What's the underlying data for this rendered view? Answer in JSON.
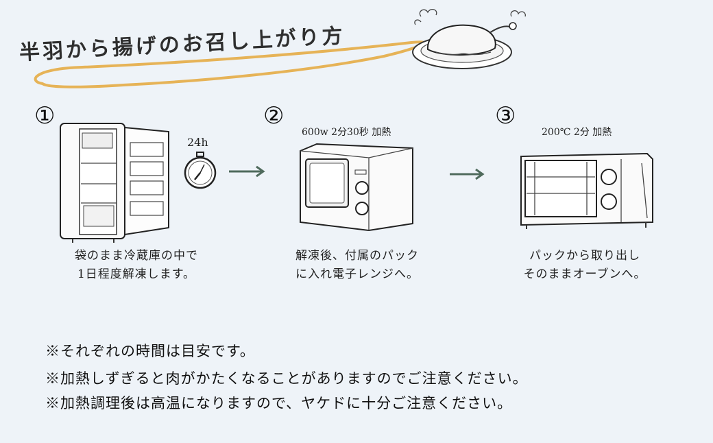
{
  "title": "半羽から揚げのお召し上がり方",
  "steps": [
    {
      "number": "①",
      "timer_label": "24h",
      "desc_line1": "袋のまま冷蔵庫の中で",
      "desc_line2": "1日程度解凍します。",
      "icon": "refrigerator-icon"
    },
    {
      "number": "②",
      "condition": "600w 2分30秒 加熱",
      "desc_line1": "解凍後、付属のパック",
      "desc_line2": "に入れ電子レンジへ。",
      "icon": "microwave-icon"
    },
    {
      "number": "③",
      "condition": "200℃ 2分 加熱",
      "desc_line1": "パックから取り出し",
      "desc_line2": "そのままオーブンへ。",
      "icon": "toaster-oven-icon"
    }
  ],
  "notes": [
    "※それぞれの時間は目安です。",
    "※加熱しずぎると肉がかたくなることがありますのでご注意ください。",
    "※加熱調理後は高温になりますので、ヤケドに十分ご注意ください。"
  ],
  "colors": {
    "background": "#eef3f8",
    "accent_swoosh": "#e6b357",
    "arrow": "#4f6a5c"
  }
}
